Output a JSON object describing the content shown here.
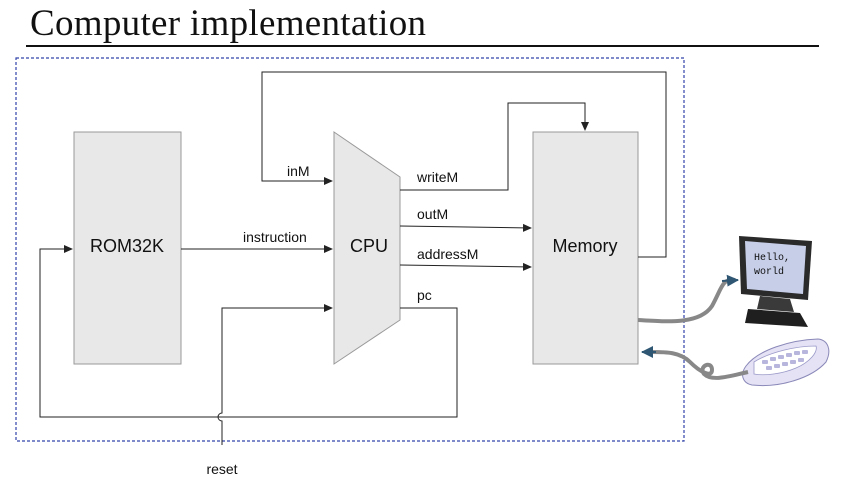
{
  "title": "Computer implementation",
  "components": {
    "rom": "ROM32K",
    "cpu": "CPU",
    "memory": "Memory"
  },
  "signals": {
    "inM": "inM",
    "instruction": "instruction",
    "writeM": "writeM",
    "outM": "outM",
    "addressM": "addressM",
    "pc": "pc",
    "reset": "reset"
  },
  "screen_text": {
    "line1": "Hello,",
    "line2": "world"
  },
  "colors": {
    "box_fill": "#e8e8e8",
    "box_stroke": "#999999",
    "border_dashed": "#3344aa",
    "io_cable": "#888888",
    "io_arrow": "#2f5773"
  }
}
